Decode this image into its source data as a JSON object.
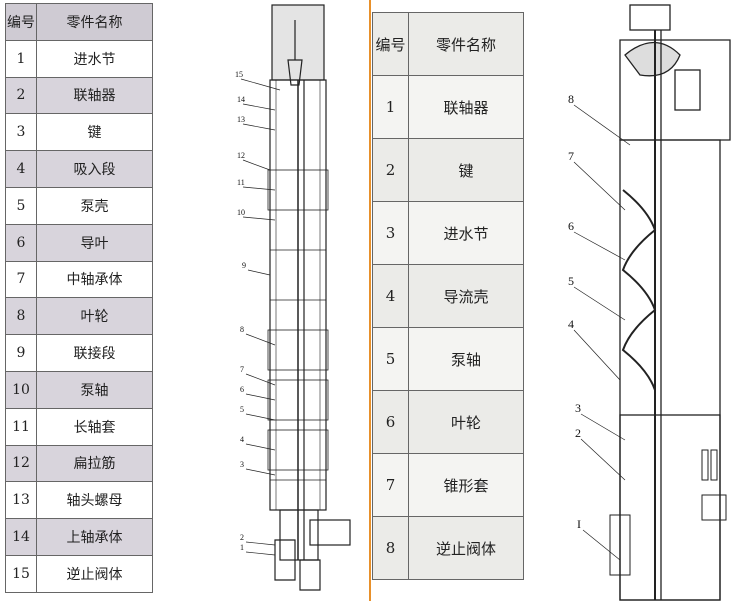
{
  "table1": {
    "header": [
      "编号",
      "零件名称"
    ],
    "rows": [
      [
        "1",
        "进水节"
      ],
      [
        "2",
        "联轴器"
      ],
      [
        "3",
        "键"
      ],
      [
        "4",
        "吸入段"
      ],
      [
        "5",
        "泵壳"
      ],
      [
        "6",
        "导叶"
      ],
      [
        "7",
        "中轴承体"
      ],
      [
        "8",
        "叶轮"
      ],
      [
        "9",
        "联接段"
      ],
      [
        "10",
        "泵轴"
      ],
      [
        "11",
        "长轴套"
      ],
      [
        "12",
        "扁拉筋"
      ],
      [
        "13",
        "轴头螺母"
      ],
      [
        "14",
        "上轴承体"
      ],
      [
        "15",
        "逆止阀体"
      ]
    ]
  },
  "table2": {
    "header": [
      "编号",
      "零件名称"
    ],
    "rows": [
      [
        "1",
        "联轴器"
      ],
      [
        "2",
        "键"
      ],
      [
        "3",
        "进水节"
      ],
      [
        "4",
        "导流壳"
      ],
      [
        "5",
        "泵轴"
      ],
      [
        "6",
        "叶轮"
      ],
      [
        "7",
        "锥形套"
      ],
      [
        "8",
        "逆止阀体"
      ]
    ]
  },
  "drawing1": {
    "labels": [
      "15",
      "14",
      "13",
      "12",
      "11",
      "10",
      "9",
      "8",
      "7",
      "6",
      "5",
      "4",
      "3",
      "2",
      "1"
    ]
  },
  "drawing2": {
    "labels": [
      "8",
      "7",
      "6",
      "5",
      "4",
      "3",
      "2",
      "I"
    ]
  },
  "colors": {
    "divider": "#e8902a"
  }
}
